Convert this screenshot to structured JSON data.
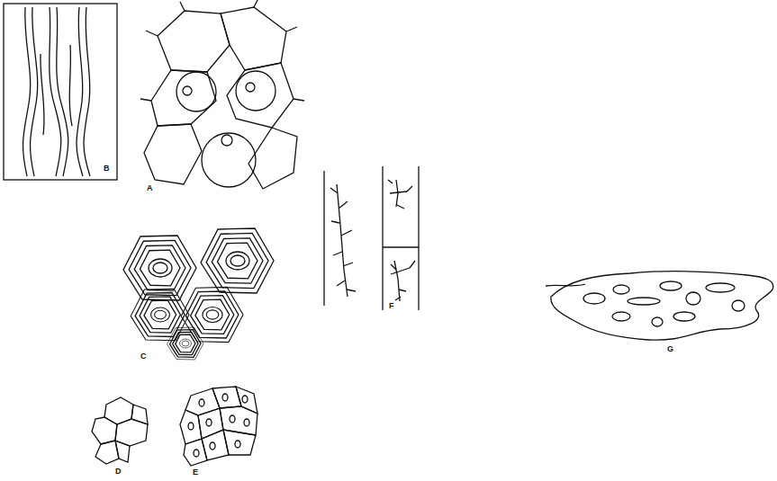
{
  "diagram": {
    "labels": [
      "B",
      "A",
      "C",
      "F",
      "G",
      "D",
      "E"
    ]
  }
}
